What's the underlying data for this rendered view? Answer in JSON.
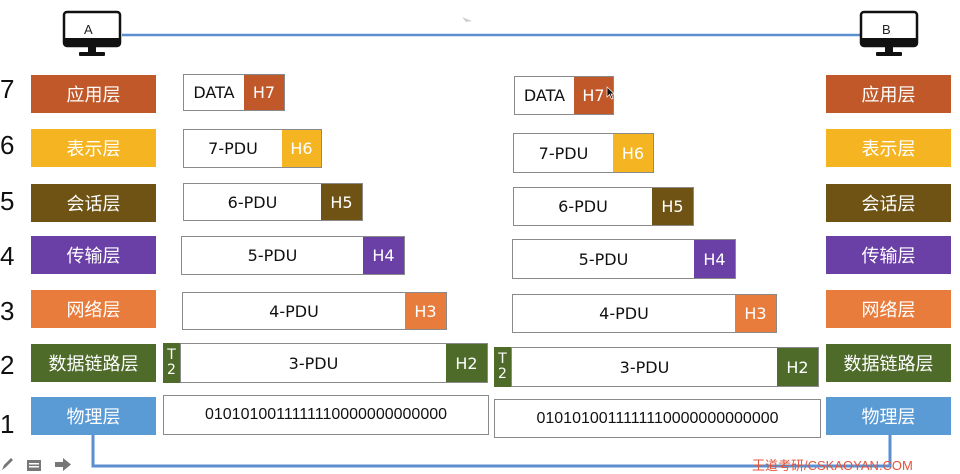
{
  "hosts": {
    "left": "A",
    "right": "B"
  },
  "layer_numbers": [
    "7",
    "6",
    "5",
    "4",
    "3",
    "2",
    "1"
  ],
  "layers": [
    {
      "name": "应用层",
      "color": "#c0582a"
    },
    {
      "name": "表示层",
      "color": "#f5b522"
    },
    {
      "name": "会话层",
      "color": "#6e5314"
    },
    {
      "name": "传输层",
      "color": "#6a3fa6"
    },
    {
      "name": "网络层",
      "color": "#e87c3c"
    },
    {
      "name": "数据链路层",
      "color": "#4e6b2a"
    },
    {
      "name": "物理层",
      "color": "#5b9bd5"
    }
  ],
  "pdus": [
    {
      "body": "DATA",
      "header": "H7"
    },
    {
      "body": "7-PDU",
      "header": "H6"
    },
    {
      "body": "6-PDU",
      "header": "H5"
    },
    {
      "body": "5-PDU",
      "header": "H4"
    },
    {
      "body": "4-PDU",
      "header": "H3"
    },
    {
      "body": "3-PDU",
      "header": "H2",
      "trailer": [
        "T",
        "2"
      ]
    }
  ],
  "bits": "0101010011111110000000000000",
  "watermark": "王道考研/CSKAOYAN.COM"
}
